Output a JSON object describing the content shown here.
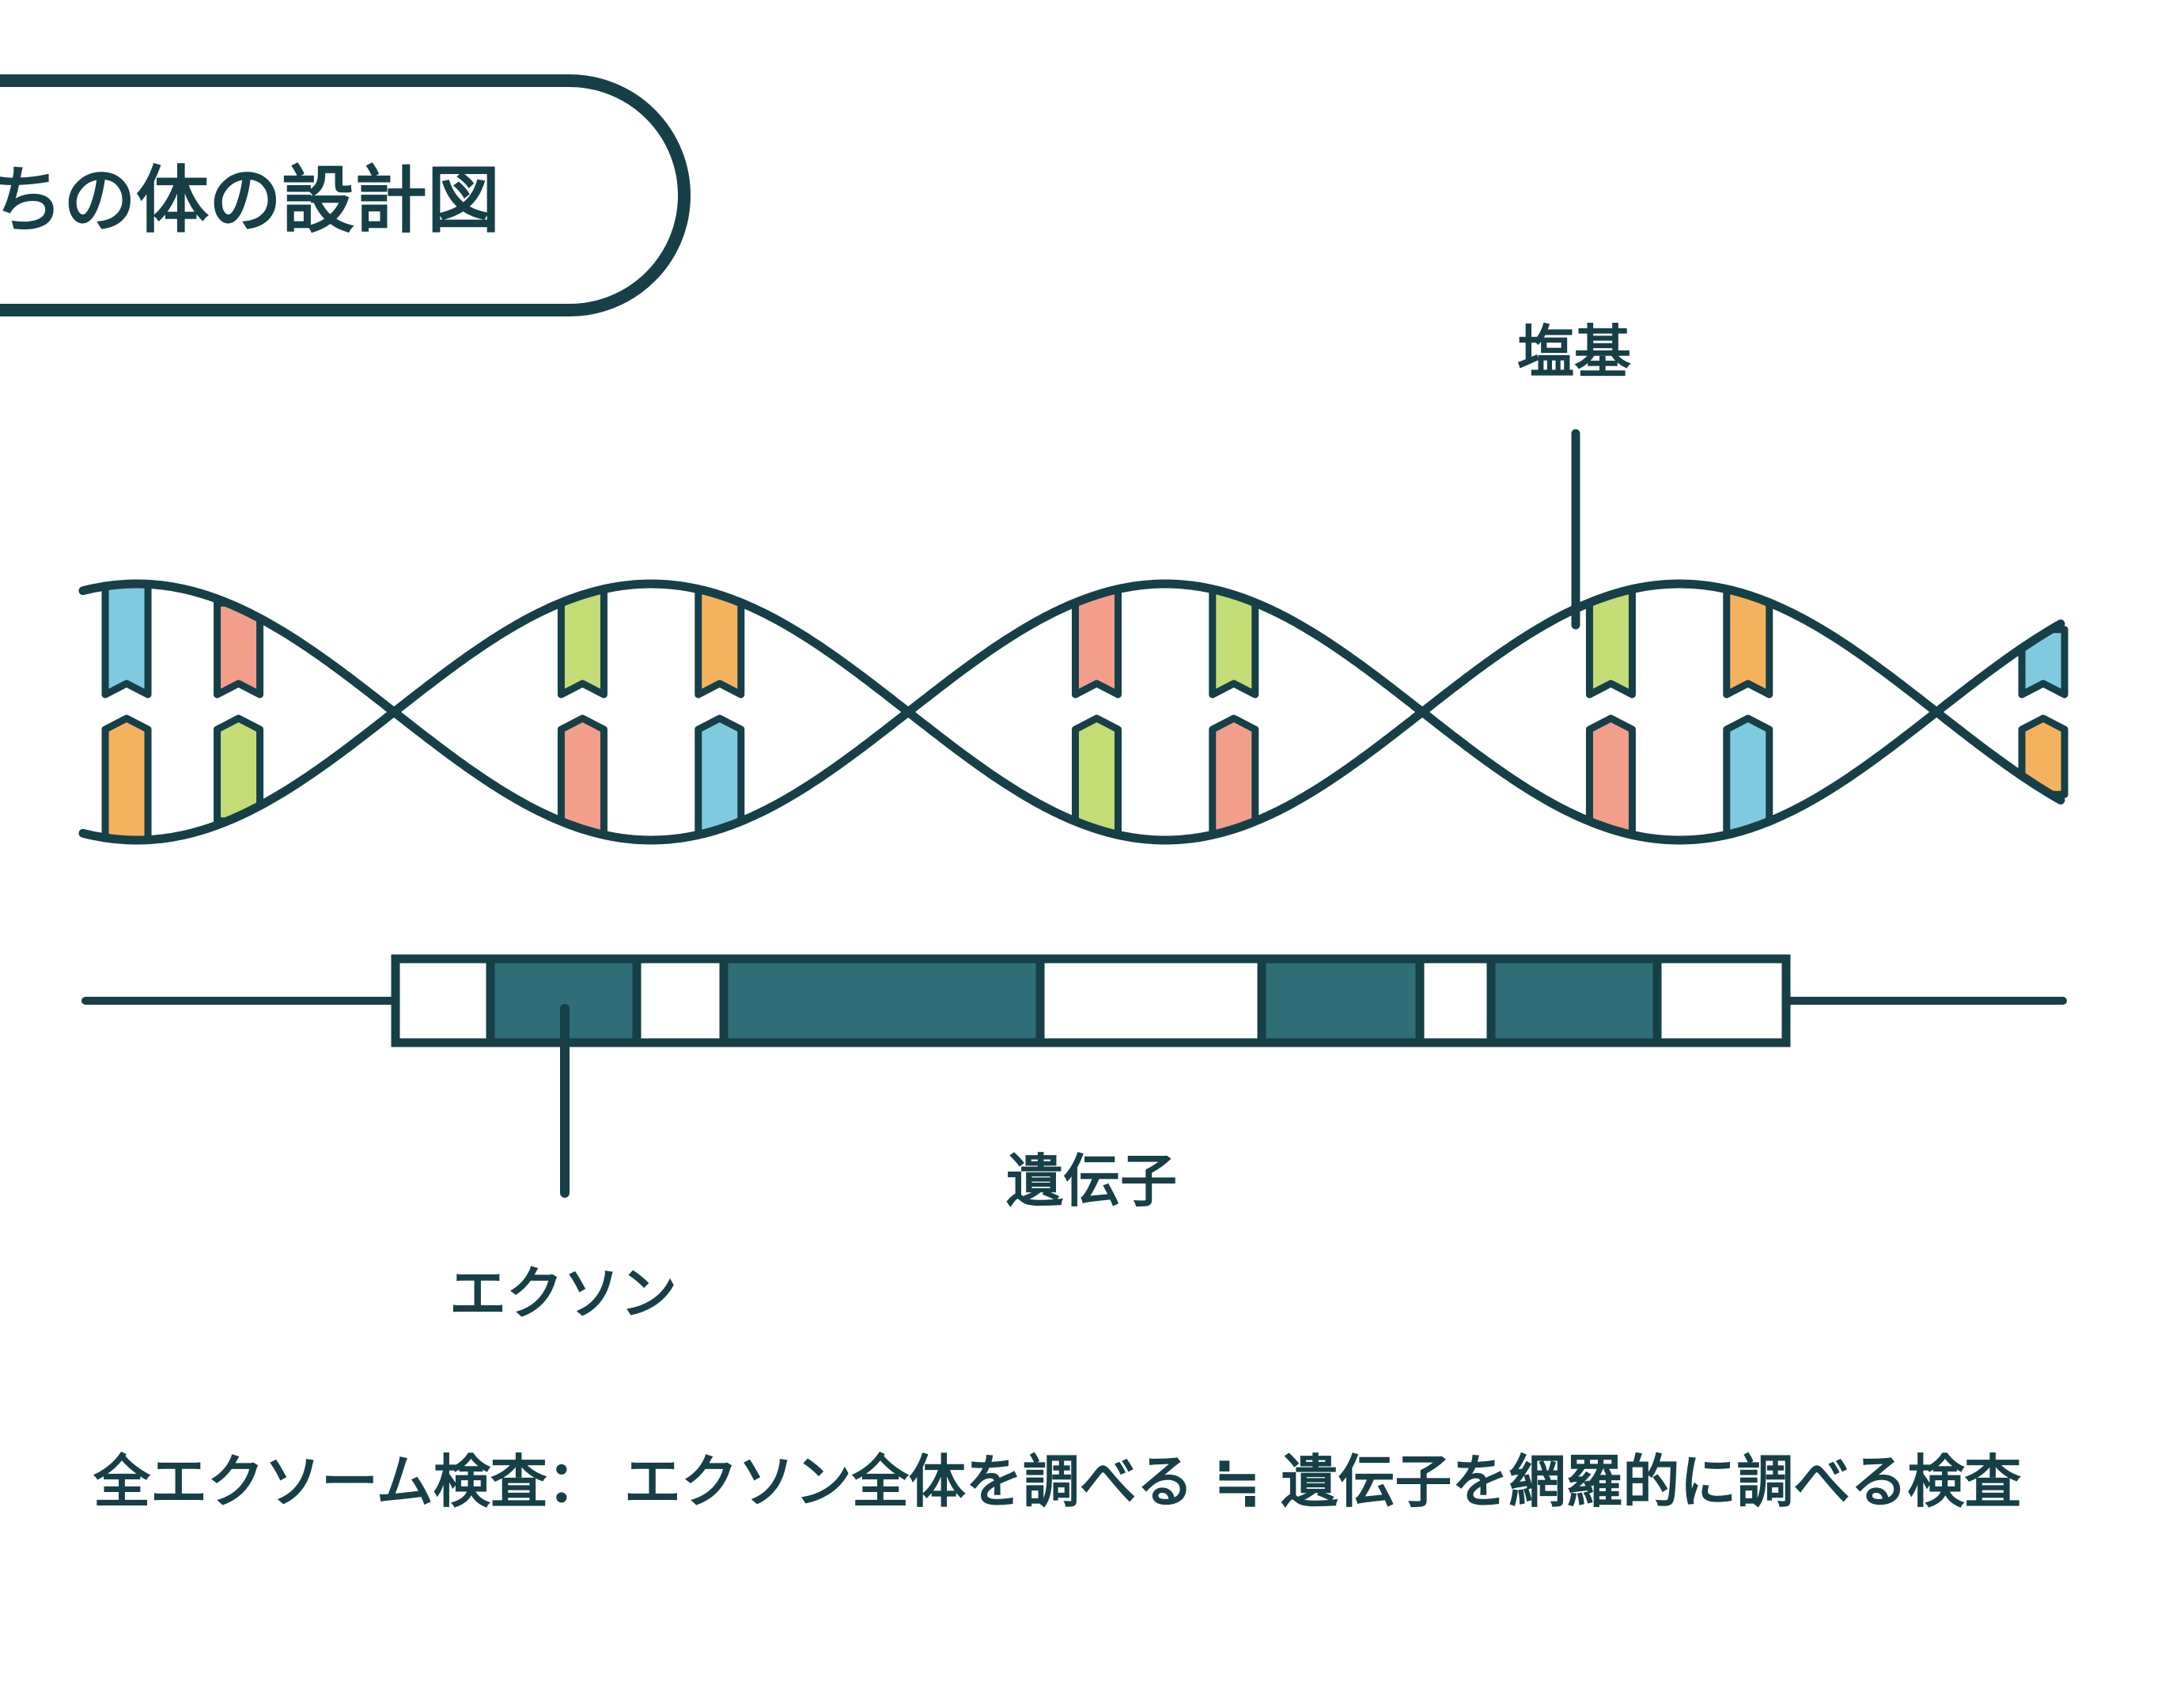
{
  "title": "ちの体の設計図",
  "labels": {
    "base": "塩基",
    "gene": "遺伝子",
    "exon": "エクソン"
  },
  "footer": "全エクソーム検査： エクソン全体を調べる ≒ 遺伝子を網羅的に調べる検査",
  "colors": {
    "ink": "#163f47",
    "exon": "#2f6e77",
    "base_blue": "#80cae0",
    "base_orange": "#f5b25e",
    "base_pink": "#f39e8a",
    "base_green": "#c4dc76"
  },
  "dna": {
    "base_pairs": [
      [
        "base_blue",
        "base_orange"
      ],
      [
        "base_pink",
        "base_green"
      ],
      [
        "base_green",
        "base_pink"
      ],
      [
        "base_orange",
        "base_blue"
      ],
      [
        "base_pink",
        "base_green"
      ],
      [
        "base_green",
        "base_pink"
      ],
      [
        "base_green",
        "base_pink"
      ],
      [
        "base_orange",
        "base_blue"
      ],
      [
        "base_blue",
        "base_orange"
      ],
      [
        "base_pink",
        "base_green"
      ],
      [
        "base_pink",
        "base_green"
      ],
      [
        "base_green",
        "base_pink"
      ],
      [
        "base_orange",
        "base_blue"
      ],
      [
        "base_blue",
        "base_orange"
      ],
      [
        "base_green",
        "base_pink"
      ]
    ]
  },
  "gene": {
    "segments": [
      "intron",
      "exon",
      "intron",
      "exon",
      "intron",
      "exon",
      "intron",
      "exon",
      "intron"
    ]
  }
}
